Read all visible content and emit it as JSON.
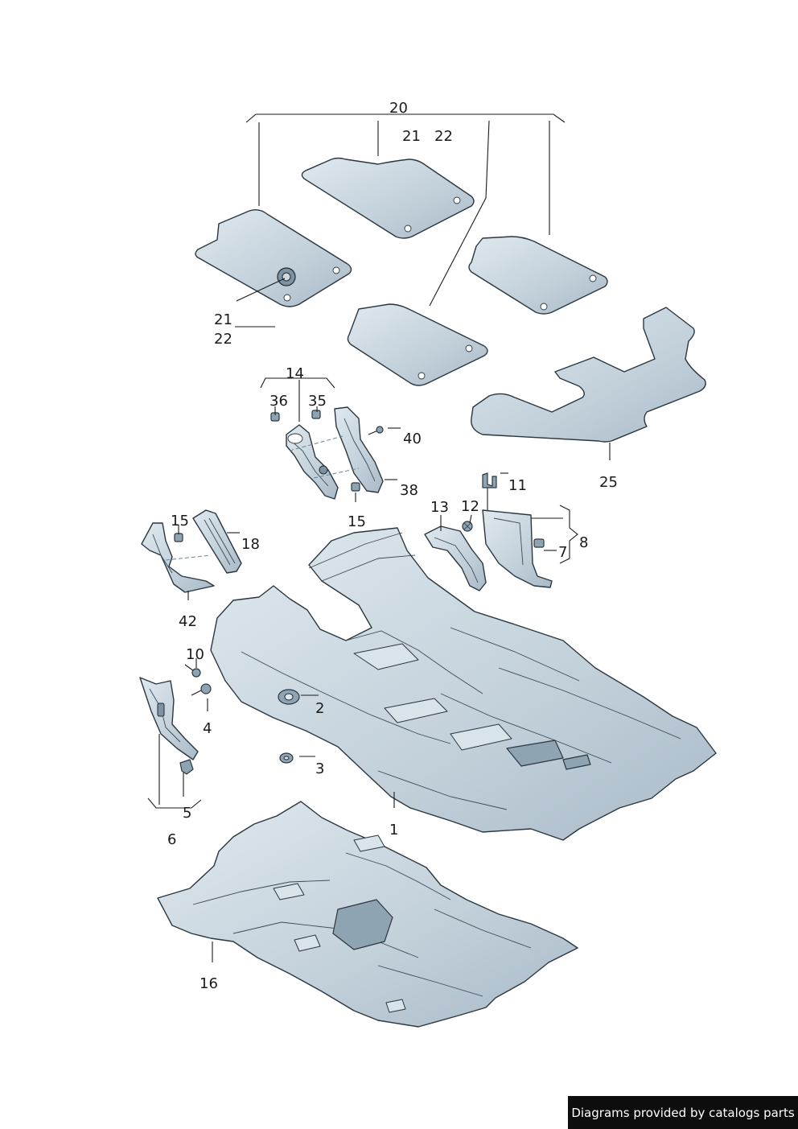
{
  "diagram": {
    "callouts": [
      {
        "id": "c20",
        "text": "20"
      },
      {
        "id": "c21a",
        "text": "21"
      },
      {
        "id": "c22a",
        "text": "22"
      },
      {
        "id": "c21b",
        "text": "21"
      },
      {
        "id": "c22b",
        "text": "22"
      },
      {
        "id": "c14",
        "text": "14"
      },
      {
        "id": "c36",
        "text": "36"
      },
      {
        "id": "c35",
        "text": "35"
      },
      {
        "id": "c40",
        "text": "40"
      },
      {
        "id": "c38",
        "text": "38"
      },
      {
        "id": "c15a",
        "text": "15"
      },
      {
        "id": "c25",
        "text": "25"
      },
      {
        "id": "c11",
        "text": "11"
      },
      {
        "id": "c13",
        "text": "13"
      },
      {
        "id": "c12",
        "text": "12"
      },
      {
        "id": "c8",
        "text": "8"
      },
      {
        "id": "c7",
        "text": "7"
      },
      {
        "id": "c15b",
        "text": "15"
      },
      {
        "id": "c18",
        "text": "18"
      },
      {
        "id": "c42",
        "text": "42"
      },
      {
        "id": "c10",
        "text": "10"
      },
      {
        "id": "c2",
        "text": "2"
      },
      {
        "id": "c4",
        "text": "4"
      },
      {
        "id": "c3",
        "text": "3"
      },
      {
        "id": "c5",
        "text": "5"
      },
      {
        "id": "c6",
        "text": "6"
      },
      {
        "id": "c1",
        "text": "1"
      },
      {
        "id": "c16",
        "text": "16"
      }
    ]
  },
  "footer": {
    "credit": "Diagrams provided by catalogs parts"
  },
  "colors": {
    "part_fill_light": "#d4dee6",
    "part_fill_dark": "#a9bac7",
    "outline": "#2a3640",
    "credit_background": "#0d0d0d"
  }
}
